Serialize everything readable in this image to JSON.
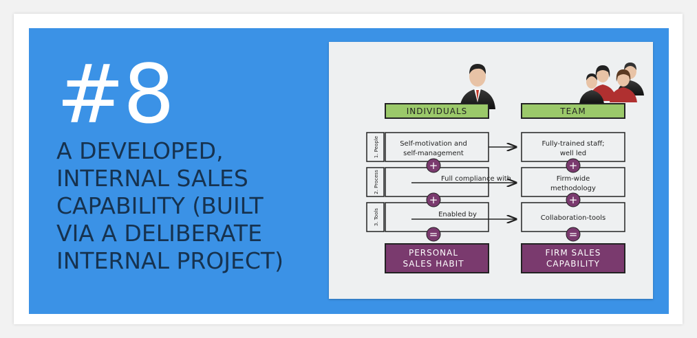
{
  "slide": {
    "number": "#8",
    "headline_lines": [
      "A DEVELOPED,",
      "INTERNAL SALES",
      "CAPABILITY (BUILT",
      "VIA A DELIBERATE",
      "INTERNAL PROJECT)"
    ]
  },
  "diagram": {
    "columns": [
      "INDIVIDUALS",
      "TEAM"
    ],
    "row_labels": [
      "1. People",
      "2. Process",
      "3. Tools"
    ],
    "individual_cells": [
      "Self-motivation and",
      "self-management"
    ],
    "team_cells": [
      [
        "Fully-trained staff;",
        "well led"
      ],
      [
        "Firm-wide",
        "methodology"
      ],
      [
        "Collaboration-tools"
      ]
    ],
    "arrow_labels": [
      "Full compliance with",
      "Enabled by"
    ],
    "operators": [
      "+",
      "+",
      "="
    ],
    "results": [
      [
        "PERSONAL",
        "SALES HABIT"
      ],
      [
        "FIRM SALES",
        "CAPABILITY"
      ]
    ],
    "colors": {
      "background": "#3b92e6",
      "number_text": "#ffffff",
      "headline_text": "#16324f",
      "column_header": "#9bc96a",
      "result_box": "#7a3a6e",
      "operator_circle": "#7a3a6e"
    },
    "icons": [
      "businessman-icon",
      "team-icon"
    ]
  }
}
